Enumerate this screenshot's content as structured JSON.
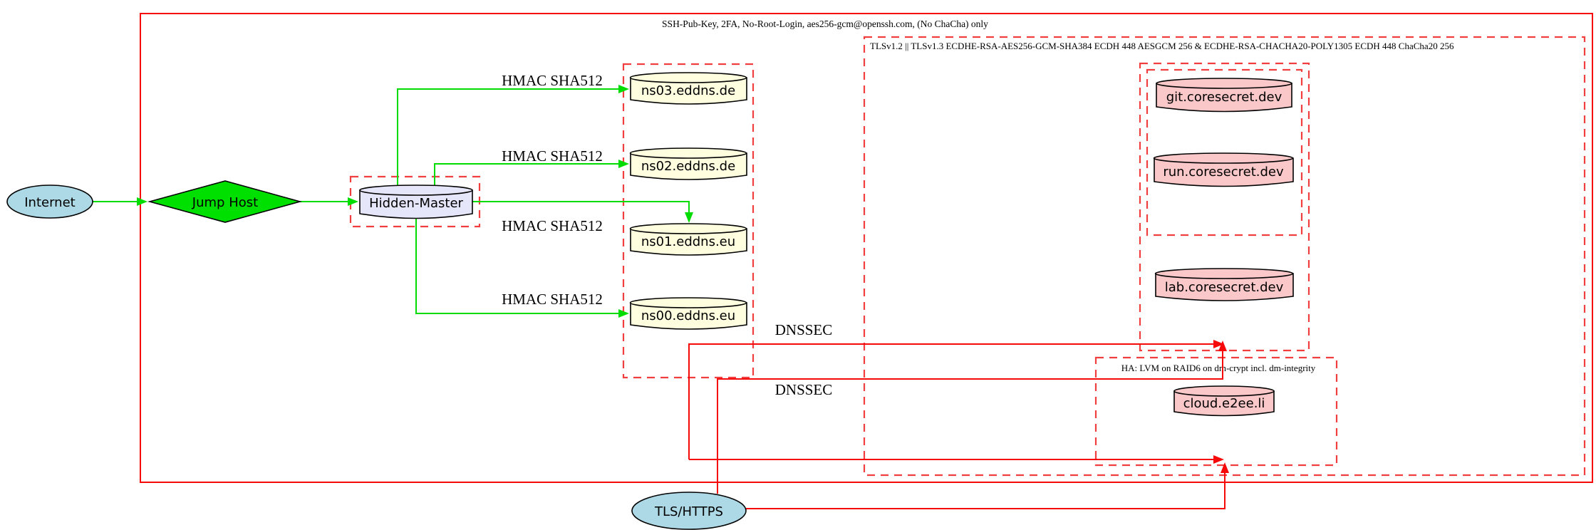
{
  "clusters": {
    "ssh": {
      "label": "SSH-Pub-Key, 2FA, No-Root-Login, aes256-gcm@openssh.com, (No ChaCha) only"
    },
    "tls": {
      "label": "TLSv1.2 || TLSv1.3 ECDHE-RSA-AES256-GCM-SHA384 ECDH 448 AESGCM 256 & ECDHE-RSA-CHACHA20-POLY1305 ECDH 448 ChaCha20 256"
    },
    "ha": {
      "label": "HA: LVM on RAID6 on dm-crypt incl. dm-integrity"
    }
  },
  "nodes": {
    "internet": {
      "label": "Internet",
      "shape": "ellipse",
      "fill": "#add8e6"
    },
    "jump_host": {
      "label": "Jump Host",
      "shape": "diamond",
      "fill": "#00e000"
    },
    "hidden_master": {
      "label": "Hidden-Master",
      "shape": "cylinder",
      "fill": "#e6e6fa"
    },
    "ns03": {
      "label": "ns03.eddns.de",
      "shape": "cylinder",
      "fill": "#ffffe0"
    },
    "ns02": {
      "label": "ns02.eddns.de",
      "shape": "cylinder",
      "fill": "#ffffe0"
    },
    "ns01": {
      "label": "ns01.eddns.eu",
      "shape": "cylinder",
      "fill": "#ffffe0"
    },
    "ns00": {
      "label": "ns00.eddns.eu",
      "shape": "cylinder",
      "fill": "#ffffe0"
    },
    "git": {
      "label": "git.coresecret.dev",
      "shape": "cylinder",
      "fill": "#fac8c8"
    },
    "run": {
      "label": "run.coresecret.dev",
      "shape": "cylinder",
      "fill": "#fac8c8"
    },
    "lab": {
      "label": "lab.coresecret.dev",
      "shape": "cylinder",
      "fill": "#fac8c8"
    },
    "cloud": {
      "label": "cloud.e2ee.li",
      "shape": "cylinder",
      "fill": "#fac8c8"
    },
    "tls_https": {
      "label": "TLS/HTTPS",
      "shape": "ellipse",
      "fill": "#add8e6"
    }
  },
  "edge_labels": {
    "hmac": [
      "HMAC SHA512",
      "HMAC SHA512",
      "HMAC SHA512",
      "HMAC SHA512"
    ],
    "dnssec": [
      "DNSSEC",
      "DNSSEC"
    ]
  },
  "colors": {
    "secure_edge_green": "#00dc00",
    "edge_red": "#f60909",
    "cluster_border_red": "#f13f3f",
    "node_blue": "#add8e6",
    "node_green": "#00e000",
    "node_lavender": "#e6e6fa",
    "node_lightyellow": "#ffffe0",
    "node_pink": "#fac8c8"
  }
}
